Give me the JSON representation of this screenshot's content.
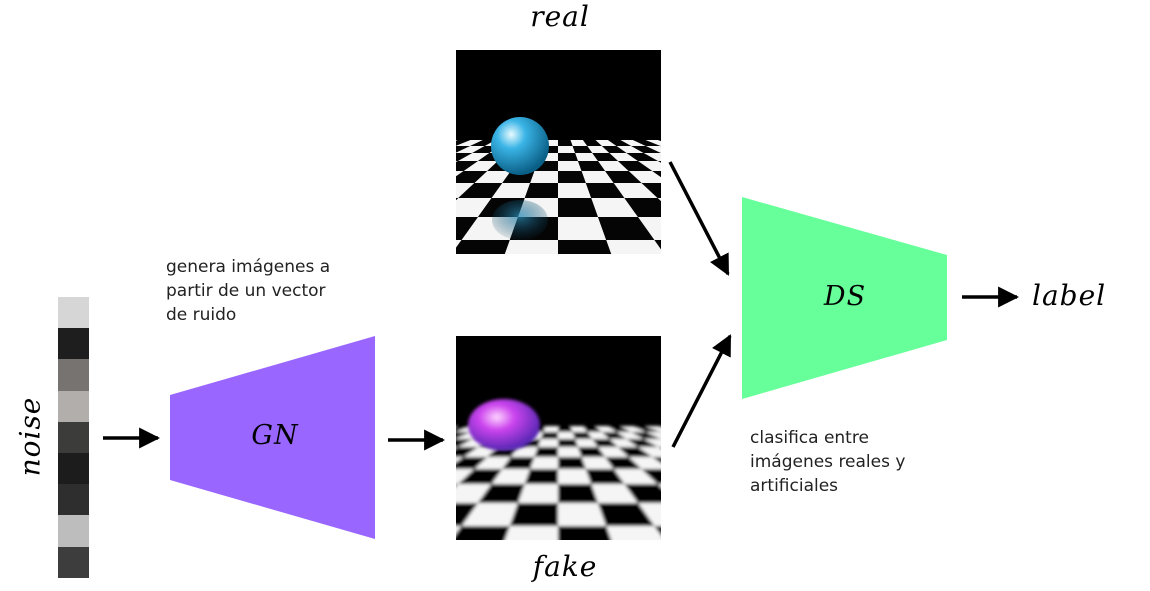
{
  "noise": {
    "label": "noise",
    "cells": [
      "#d6d6d6",
      "#1e1e1e",
      "#767371",
      "#b2aeac",
      "#3c3c3a",
      "#1c1c1c",
      "#2e2e2e",
      "#bdbdbd",
      "#3d3d3d"
    ]
  },
  "generator": {
    "label": "GN",
    "color": "#9966ff",
    "description_lines": [
      "genera imágenes a",
      "partir de un vector",
      "de ruido"
    ]
  },
  "discriminator": {
    "label": "DS",
    "color": "#66ff99",
    "description_lines": [
      "clasifica entre",
      "imágenes reales y",
      "artificiales"
    ]
  },
  "images": {
    "real_title": "real",
    "fake_title": "fake",
    "real_sphere_color": "#3ab4e6",
    "fake_sphere_color": "#cc44ee"
  },
  "output": {
    "label": "label"
  }
}
